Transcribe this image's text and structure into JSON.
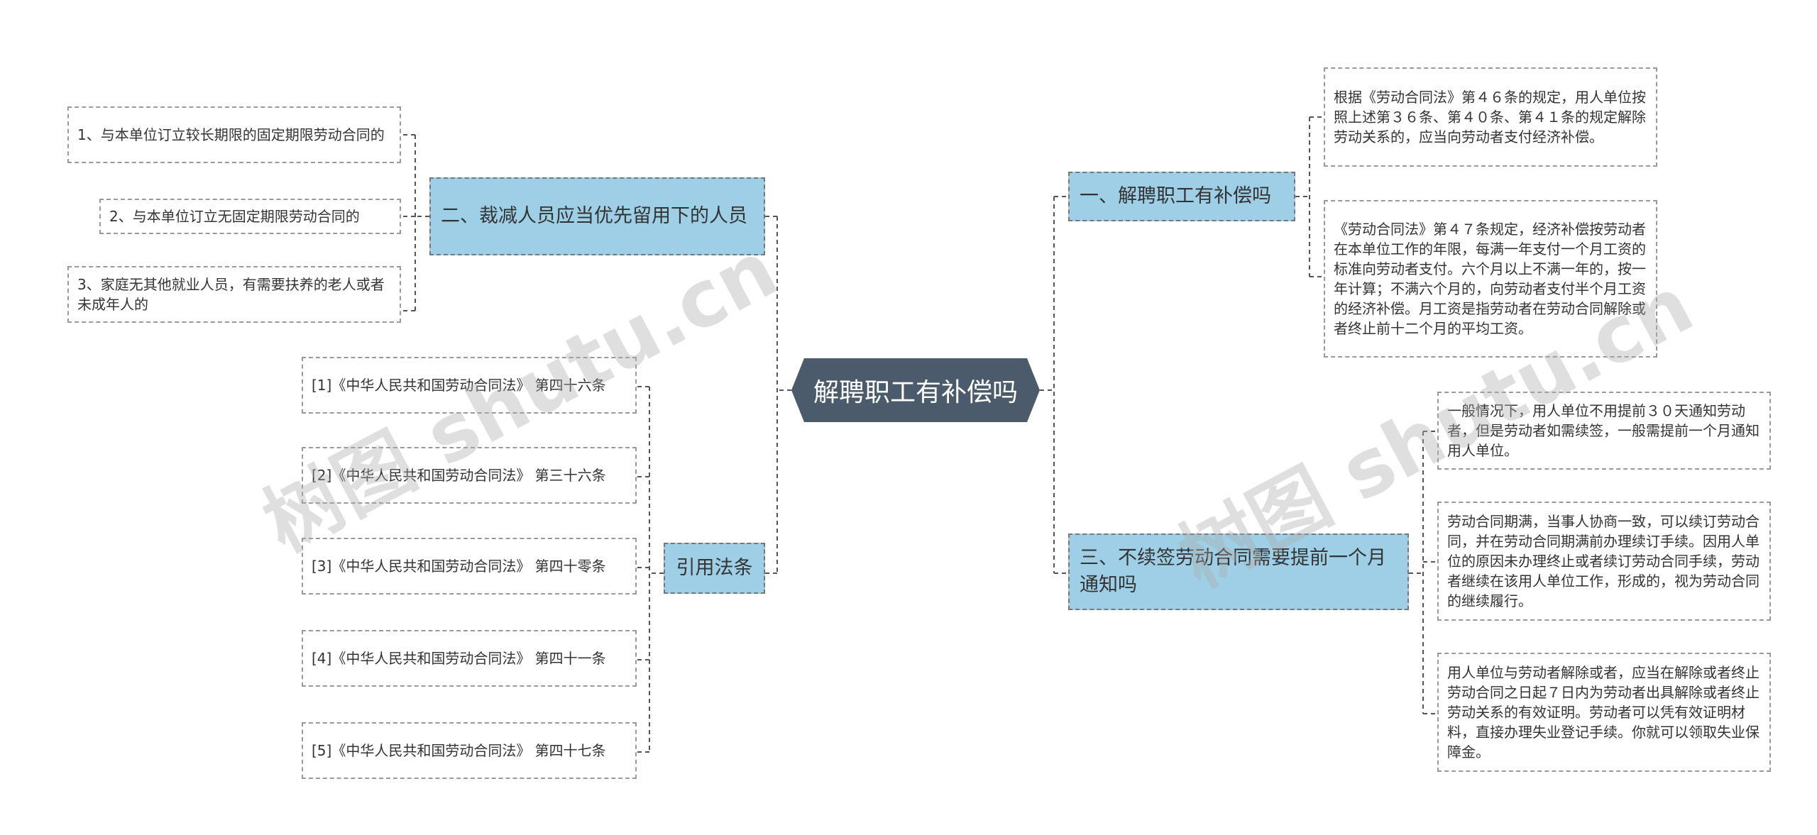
{
  "root": {
    "title": "解聘职工有补偿吗"
  },
  "left": {
    "branch_retain": {
      "label": "二、裁减人员应当优先留用下的人员",
      "items": [
        "1、与本单位订立较长期限的固定期限劳动合同的",
        "2、与本单位订立无固定期限劳动合同的",
        "3、家庭无其他就业人员，有需要扶养的老人或者未成年人的"
      ]
    },
    "branch_cite": {
      "label": "引用法条",
      "items": [
        "[1]《中华人民共和国劳动合同法》 第四十六条",
        "[2]《中华人民共和国劳动合同法》 第三十六条",
        "[3]《中华人民共和国劳动合同法》 第四十零条",
        "[4]《中华人民共和国劳动合同法》 第四十一条",
        "[5]《中华人民共和国劳动合同法》 第四十七条"
      ]
    }
  },
  "right": {
    "branch_comp": {
      "label": "一、解聘职工有补偿吗",
      "items": [
        "根据《劳动合同法》第４６条的规定，用人单位按照上述第３６条、第４０条、第４１条的规定解除劳动关系的，应当向劳动者支付经济补偿。",
        "《劳动合同法》第４７条规定，经济补偿按劳动者在本单位工作的年限，每满一年支付一个月工资的标准向劳动者支付。六个月以上不满一年的，按一年计算；不满六个月的，向劳动者支付半个月工资的经济补偿。月工资是指劳动者在劳动合同解除或者终止前十二个月的平均工资。"
      ]
    },
    "branch_notice": {
      "label": "三、不续签劳动合同需要提前一个月通知吗",
      "items": [
        "一般情况下，用人单位不用提前３０天通知劳动者，但是劳动者如需续签，一般需提前一个月通知用人单位。",
        "劳动合同期满，当事人协商一致，可以续订劳动合同，并在劳动合同期满前办理续订手续。因用人单位的原因未办理终止或者续订劳动合同手续，劳动者继续在该用人单位工作，形成的，视为劳动合同的继续履行。",
        "用人单位与劳动者解除或者，应当在解除或者终止劳动合同之日起７日内为劳动者出具解除或者终止劳动关系的有效证明。劳动者可以凭有效证明材料，直接办理失业登记手续。你就可以领取失业保障金。"
      ]
    }
  },
  "watermarks": [
    "树图 shutu.cn",
    "树图 shutu.cn"
  ],
  "colors": {
    "root": "#4b5b6b",
    "branch": "#9ecfe6",
    "connector": "#555555",
    "leaf_border": "#9a9a9a"
  }
}
